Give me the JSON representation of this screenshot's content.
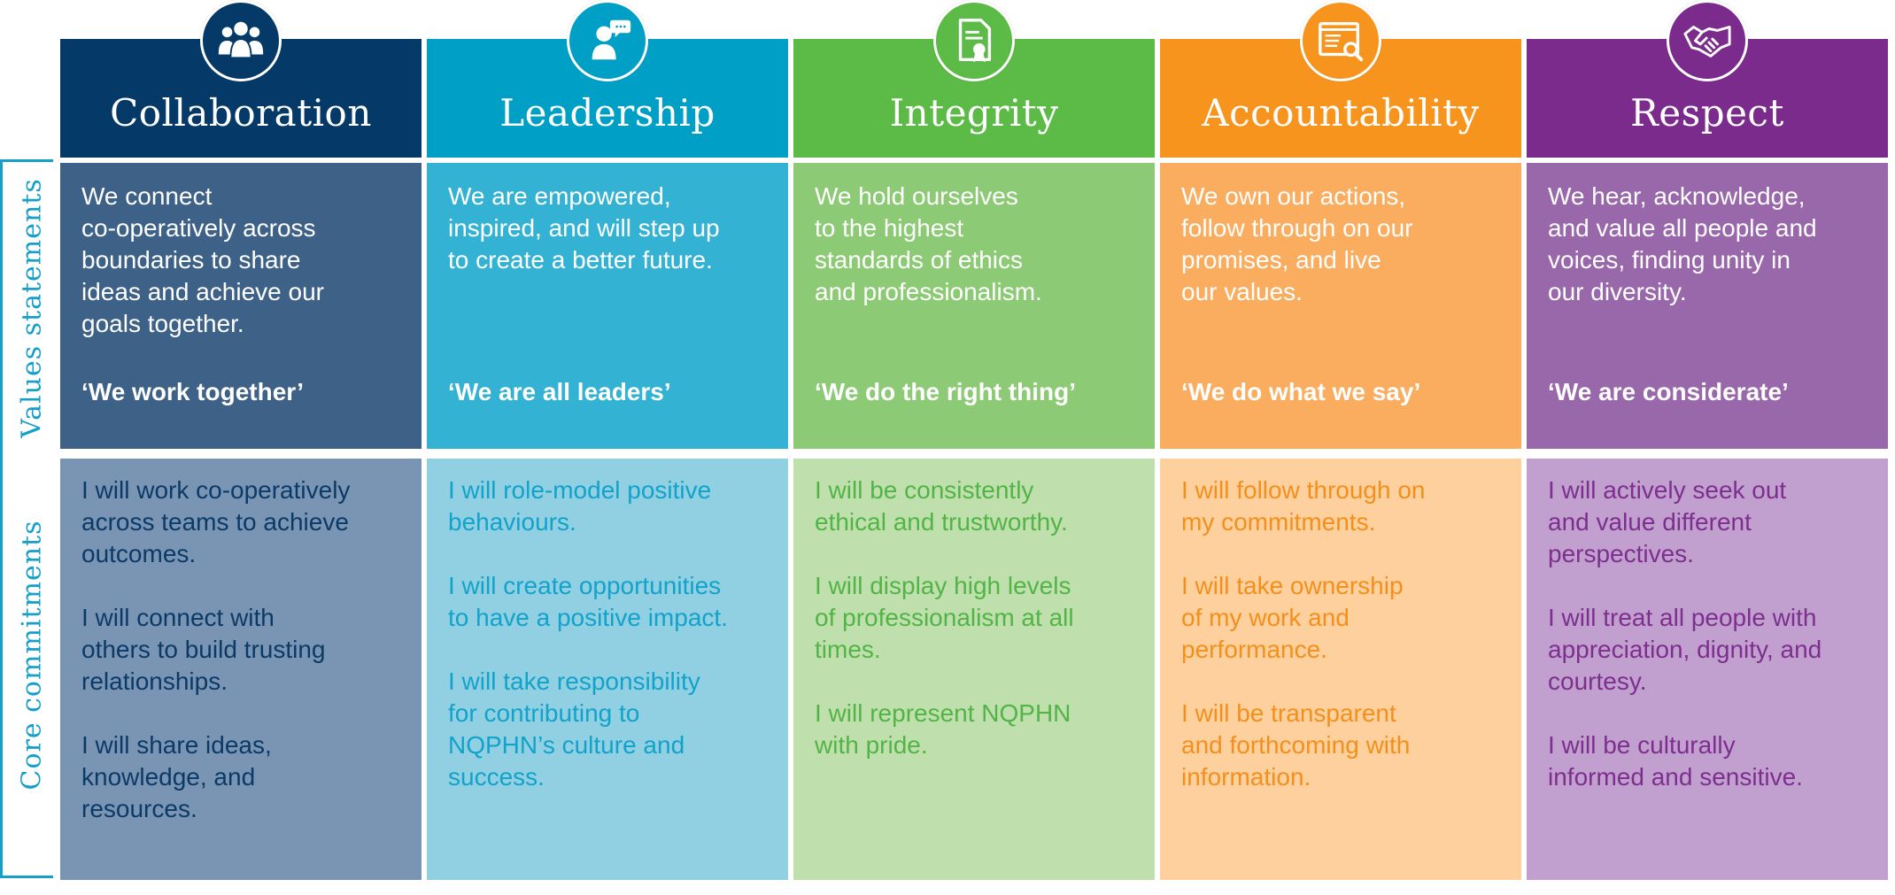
{
  "side_labels": {
    "values": "Values statements",
    "core": "Core commitments"
  },
  "columns": [
    {
      "title": "Collaboration",
      "icon": "team-icon",
      "colors": {
        "header": "#053a68",
        "values": "#3d6187",
        "core": "#7a95b4",
        "core_text": "#0c3a66"
      },
      "statement": "We connect\nco-operatively across\nboundaries to share\nideas and achieve our\ngoals together.",
      "slogan": "‘We work together’",
      "commitments": [
        "I will work co-operatively\nacross teams to achieve\noutcomes.",
        "I will connect with\nothers to build trusting\nrelationships.",
        "I will share ideas,\nknowledge, and\nresources."
      ]
    },
    {
      "title": "Leadership",
      "icon": "leader-speech-icon",
      "colors": {
        "header": "#00a0c6",
        "values": "#34b2d3",
        "core": "#91cfe3",
        "core_text": "#11a3c9"
      },
      "statement": "We are empowered,\ninspired, and will step up\nto create a better future.",
      "slogan": "‘We are all leaders’",
      "commitments": [
        "I will role-model positive\nbehaviours.",
        "I will create opportunities\nto have a positive impact.",
        "I will take responsibility\nfor contributing to\nNQPHN’s culture and\nsuccess."
      ]
    },
    {
      "title": "Integrity",
      "icon": "certificate-icon",
      "colors": {
        "header": "#5cba47",
        "values": "#8dca75",
        "core": "#bfe0ad",
        "core_text": "#52b447"
      },
      "statement": "We hold ourselves\nto the highest\nstandards of ethics\nand professionalism.",
      "slogan": "‘We do the right thing’",
      "commitments": [
        "I will be consistently\nethical and trustworthy.",
        "I will display high levels\nof professionalism at all\ntimes.",
        "I will represent NQPHN\nwith pride."
      ]
    },
    {
      "title": "Accountability",
      "icon": "document-search-icon",
      "colors": {
        "header": "#f7941d",
        "values": "#faad5f",
        "core": "#fdd09e",
        "core_text": "#f3901c"
      },
      "statement": "We own our actions,\nfollow through on our\npromises, and live\nour values.",
      "slogan": "‘We do what we say’",
      "commitments": [
        "I will follow through on\nmy commitments.",
        "I will take ownership\nof my work and\nperformance.",
        "I will be transparent\nand forthcoming with\ninformation."
      ]
    },
    {
      "title": "Respect",
      "icon": "handshake-icon",
      "colors": {
        "header": "#7b2b8c",
        "values": "#9968ab",
        "core": "#c19fcf",
        "core_text": "#7d2f8e"
      },
      "statement": "We hear, acknowledge,\nand value all people and\nvoices, finding unity in\nour diversity.",
      "slogan": "‘We are considerate’",
      "commitments": [
        "I will actively seek out\nand value different\nperspectives.",
        "I will treat all people with\nappreciation, dignity, and\ncourtesy.",
        "I will be culturally\ninformed and sensitive."
      ]
    }
  ]
}
